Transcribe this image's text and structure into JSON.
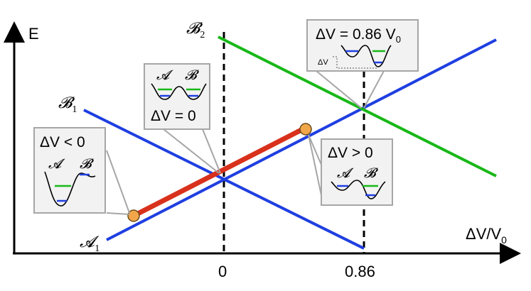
{
  "axes": {
    "y_label": "E",
    "x_label_main": "ΔV/V",
    "x_label_sub": "0",
    "x_tick_0": "0",
    "x_tick_1": "0.86"
  },
  "lines": {
    "A1": {
      "base": "𝓐",
      "sub": "1",
      "color": "#1f3fe0"
    },
    "B1": {
      "base": "𝓑",
      "sub": "1",
      "color": "#1f3fe0"
    },
    "B2": {
      "base": "𝓑",
      "sub": "2",
      "color": "#18b818"
    }
  },
  "arrow": {
    "color": "#d8311c",
    "endpoint_color": "#f2a64a"
  },
  "insets": {
    "negative": {
      "title": "ΔV < 0",
      "a": "𝓐",
      "b": "𝓑"
    },
    "zero": {
      "title": "ΔV = 0",
      "a": "𝓐",
      "b": "𝓑"
    },
    "positive": {
      "title": "ΔV > 0",
      "a": "𝓐",
      "b": "𝓑"
    },
    "crossing": {
      "title_main": "ΔV = 0.86 V",
      "title_sub": "0",
      "offset_label": "ΔV"
    }
  }
}
